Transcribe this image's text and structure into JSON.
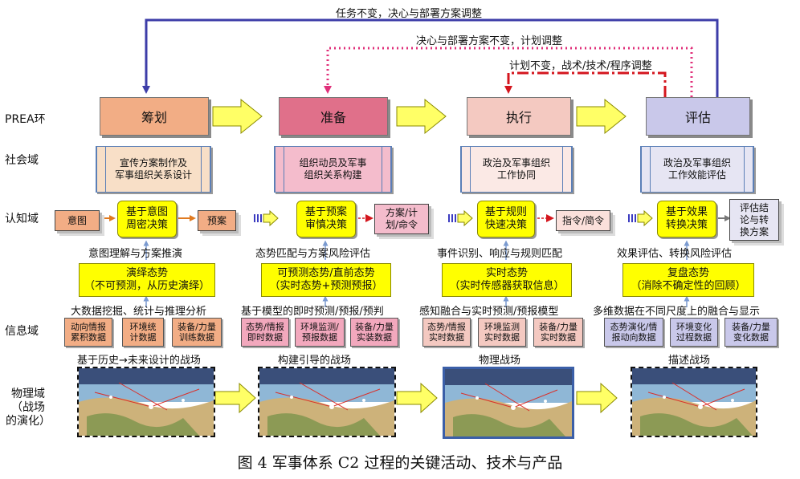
{
  "feedback": {
    "outer": "任务不变，决心与部署方案调整",
    "middle": "决心与部署方案不变，计划调整",
    "inner": "计划不变，战术/技术/程序调整"
  },
  "domains": {
    "prea": "PREA环",
    "social": "社会域",
    "cognitive": "认知域",
    "info": "信息域",
    "physical": "物理域\n（战场\n的演化）"
  },
  "phases": [
    "筹划",
    "准备",
    "执行",
    "评估"
  ],
  "social": [
    "宣传方案制作及\n军事组织关系设计",
    "组织动员及军事\n组织关系构建",
    "政治及军事组织\n工作协同",
    "政治及军事组织\n工作效能评估"
  ],
  "cognitive": {
    "inputs": [
      "意图",
      "预案",
      "方案/计\n划/命令",
      "指令/简令"
    ],
    "decisions": [
      "基于意图\n周密决策",
      "基于预案\n审慎决策",
      "基于规则\n快速决策",
      "基于效果\n转换决策"
    ],
    "output": "评估结\n论与转\n换方案",
    "processes": [
      "意图理解与方案推演",
      "态势匹配与方案风险评估",
      "事件识别、响应与规则匹配",
      "效果评估、转换风险评估"
    ]
  },
  "situations": [
    "演绎态势\n（不可预测，从历史演绎）",
    "可预测态势/直前态势\n（实时态势+预测预报）",
    "实时态势\n（实时传感器获取信息）",
    "复盘态势\n（消除不确定性的回顾）"
  ],
  "techniques": [
    "大数据挖掘、统计与推理分析",
    "基于模型的即时预测/预报/预判",
    "感知融合与实时预测/预报模型",
    "多维数据在不同尺度上的融合与显示"
  ],
  "info": [
    [
      "动向情报\n累积数据",
      "环境统\n计数据",
      "装备/力量\n训练数据"
    ],
    [
      "态势/情报\n即时数据",
      "环境监测/\n预报数据",
      "装备/力量\n实装数据"
    ],
    [
      "态势/情报\n实时数据",
      "环境监测\n实时数据",
      "装备/力量\n实时数据"
    ],
    [
      "态势演化/情\n报动向数据",
      "环境变化\n过程数据",
      "装备/力量\n变化数据"
    ]
  ],
  "battlefields": [
    "基于历史→未来设计的战场",
    "构建引导的战场",
    "物理战场",
    "描述战场"
  ],
  "caption": "图 4   军事体系 C2 过程的关键活动、技术与产品",
  "colors": {
    "plan": "#f2ad85",
    "prepare": "#e0708a",
    "execute": "#f4c9c1",
    "evaluate": "#c9c8ea",
    "yellow": "#ffff00",
    "feedback_outer": "#3d3da8",
    "feedback_middle": "#e0307a",
    "feedback_inner": "#d4161e"
  }
}
